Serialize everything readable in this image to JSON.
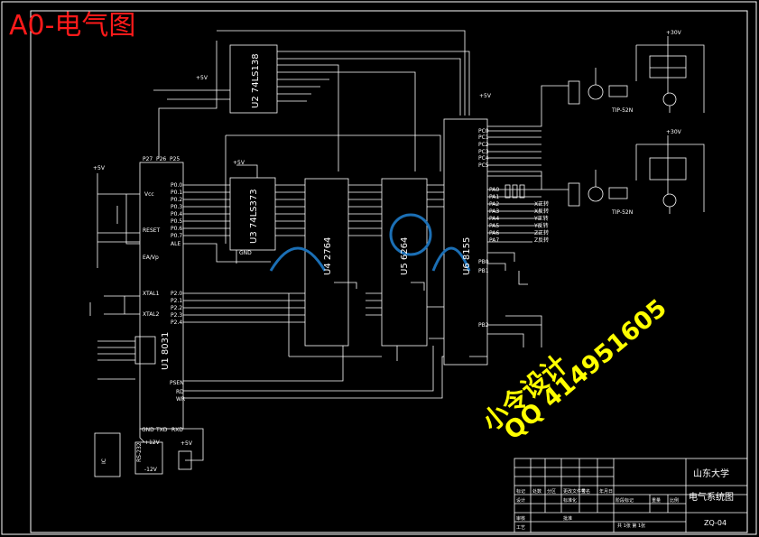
{
  "sheet_title": "A0-电气图",
  "watermark": {
    "line1": "小令设计",
    "line2": "QQ 414951605"
  },
  "title_block": {
    "school": "山东大学",
    "drawing_name": "电气系统图",
    "drawing_no": "ZQ-04",
    "row_labels": [
      "标记",
      "处数",
      "分区",
      "更改文件号",
      "签名",
      "年月日"
    ],
    "row2_labels": [
      "设计",
      "标准化",
      "阶段标记",
      "重量",
      "比例"
    ],
    "row3_labels": [
      "审核",
      "工艺",
      "批准"
    ],
    "sheet_info": "共 1张 第 1张"
  },
  "chips": {
    "u1": "U1 8031",
    "u2": "U2 74LS138",
    "u3": "U3 74LS373",
    "u4": "U4 2764",
    "u5": "U5 6264",
    "u6": "U6 8155"
  },
  "labels": {
    "p27": "P27",
    "p26": "P26",
    "p25": "P25",
    "p0": [
      "P0.0",
      "P0.1",
      "P0.2",
      "P0.3",
      "P0.4",
      "P0.5",
      "P0.6",
      "P0.7"
    ],
    "p2": [
      "P2.0",
      "P2.1",
      "P2.2",
      "P2.3",
      "P2.4"
    ],
    "ea": "EA/Vp",
    "ale": "ALE",
    "psen": "PSEN",
    "rd": "RD",
    "wr": "WR",
    "reset": "RESET",
    "xtal1": "XTAL1",
    "xtal2": "XTAL2",
    "gnd": "GND",
    "txd": "TXD",
    "rxd": "RXD",
    "vcc": "Vcc",
    "plus5v": "+5V",
    "plus30v": "+30V",
    "plus12v": "+12V",
    "minus12v": "-12V",
    "gnd2": "GND",
    "rs232": "RS-232",
    "ic": "IC",
    "tip": "TIP-52N",
    "pa": [
      "PA0",
      "PA1",
      "PA2",
      "PA3",
      "PA4",
      "PA5",
      "PA6",
      "PA7"
    ],
    "pb": [
      "PB0",
      "PB1",
      "PB2"
    ],
    "pc": [
      "PC0",
      "PC1",
      "PC2",
      "PC3",
      "PC4",
      "PC5"
    ],
    "motor": [
      "X正转",
      "X反转",
      "Y正转",
      "Y反转",
      "Z正转",
      "Z反转"
    ]
  },
  "colors": {
    "line": "#ffffff",
    "title": "#ff1a1a",
    "watermark": "#ffff00",
    "border": "#ffffff"
  }
}
